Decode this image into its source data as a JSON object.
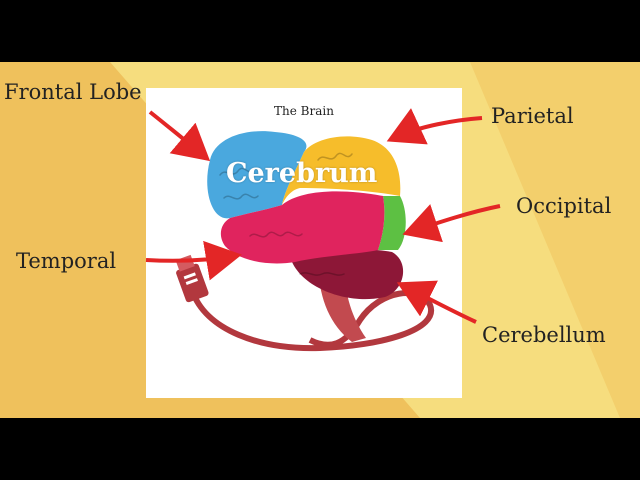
{
  "title": "The Brain",
  "center_label": "Cerebrum",
  "labels": {
    "frontal": "Frontal Lobe",
    "parietal": "Parietal",
    "occipital": "Occipital",
    "temporal": "Temporal",
    "cerebellum": "Cerebellum"
  },
  "colors": {
    "background_light": "#f6dd7e",
    "background_dark": "#efc15c",
    "frontal": "#4aa8de",
    "parietal": "#f6bd2b",
    "occipital": "#5dc043",
    "temporal": "#e0245e",
    "cerebellum": "#8d1737",
    "stem": "#c24a4f",
    "arrow": "#e32626"
  }
}
